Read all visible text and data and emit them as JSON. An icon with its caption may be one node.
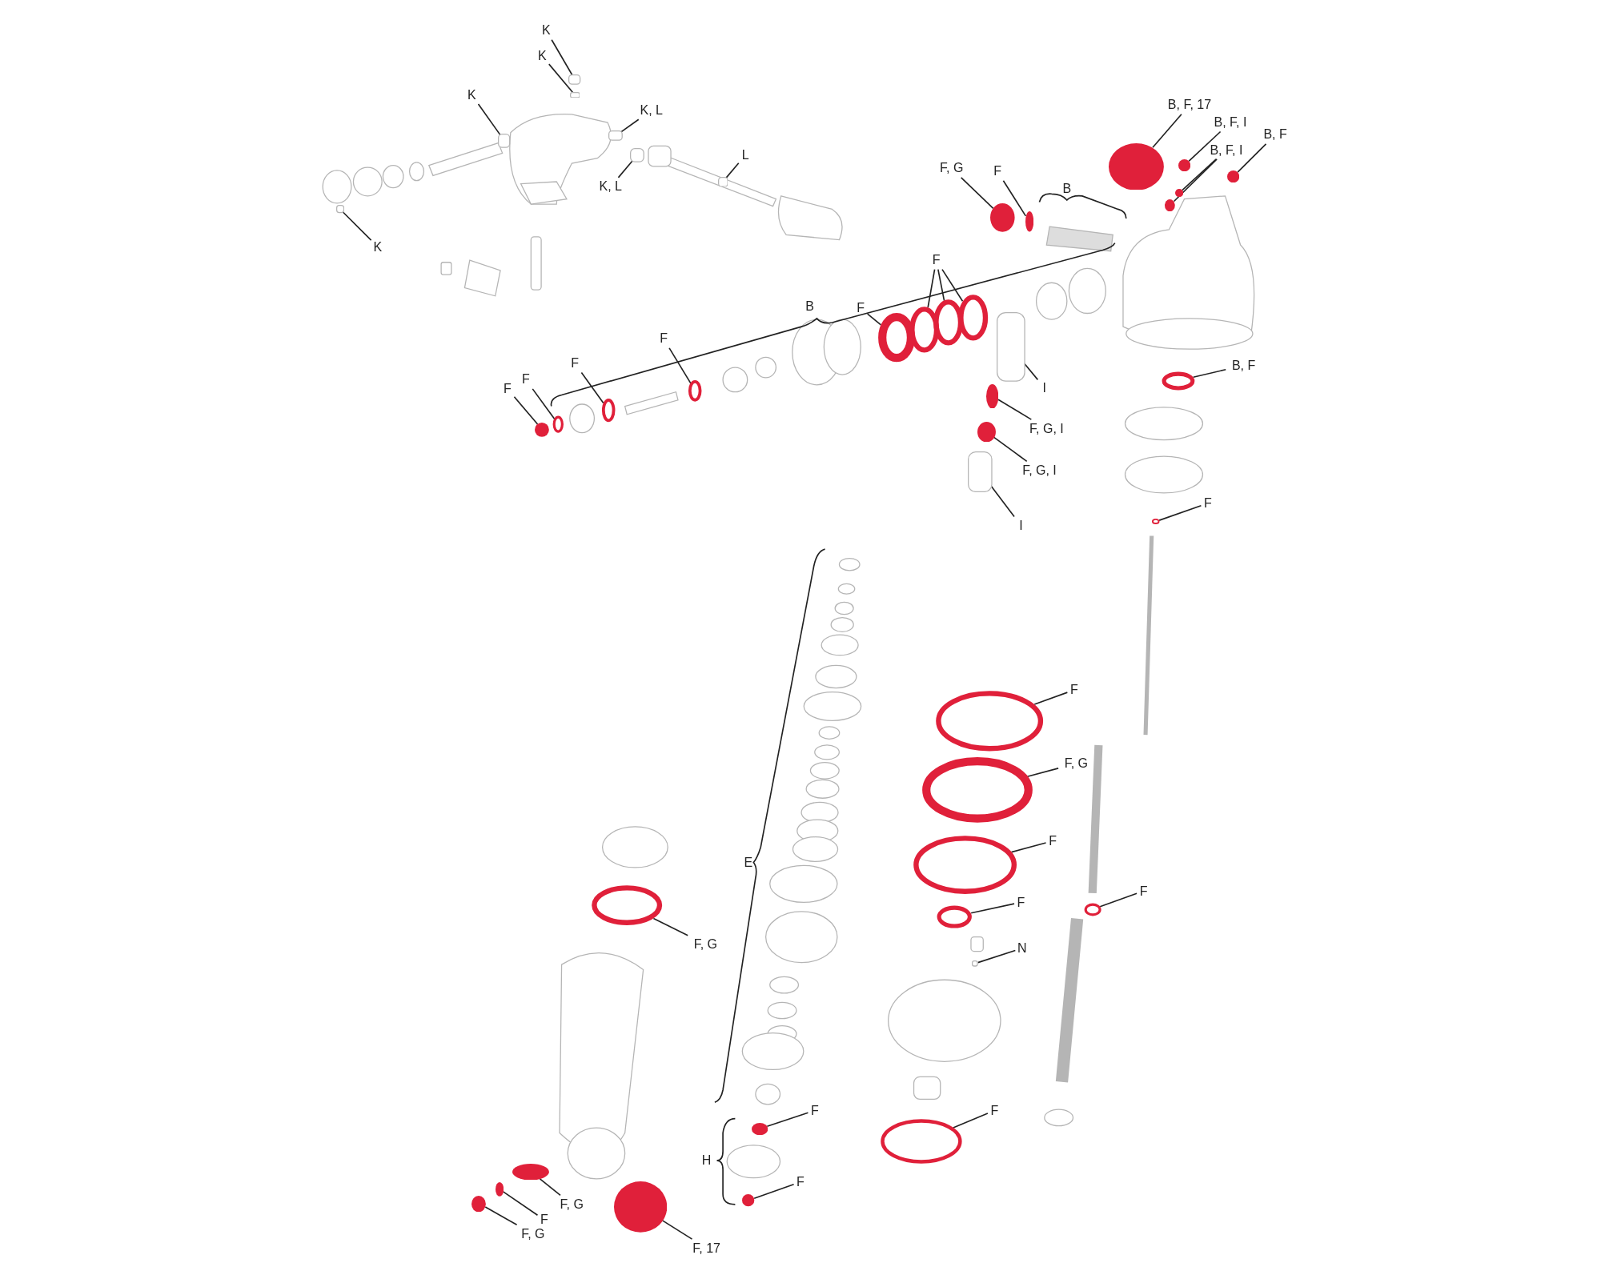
{
  "diagram": {
    "nodes": [
      {
        "text": [
          "K"
        ]
      },
      {
        "text": [],
        "shape": "box"
      },
      {
        "text": [
          "K"
        ]
      },
      {
        "text": [],
        "shape": "box"
      },
      {
        "text": [
          "K"
        ]
      },
      {
        "text": [],
        "shape": "box"
      },
      {
        "text": [
          "K, L"
        ]
      },
      {
        "text": [],
        "shape": "box"
      },
      {
        "text": [
          "K, L"
        ]
      },
      {
        "text": [],
        "shape": "box"
      },
      {
        "text": [
          "L"
        ]
      },
      {
        "text": [],
        "shape": "box"
      },
      {
        "text": [
          "K"
        ]
      },
      {
        "text": [],
        "shape": "box"
      },
      {
        "text": [
          "F, G"
        ]
      },
      {
        "text": [],
        "shape": "circle"
      },
      {
        "text": [
          "F"
        ]
      },
      {
        "text": [],
        "shape": "circle"
      },
      {
        "text": [
          "B, F, 17"
        ]
      },
      {
        "text": [],
        "shape": "circle"
      },
      {
        "text": [
          "B, F, I"
        ]
      },
      {
        "text": [],
        "shape": "circle"
      },
      {
        "text": [
          "B, F, I"
        ]
      },
      {
        "text": [],
        "shape": "circle"
      },
      {
        "text": [],
        "shape": "circle"
      },
      {
        "text": [
          "B, F"
        ]
      },
      {
        "text": [],
        "shape": "circle"
      },
      {
        "text": [
          "F"
        ]
      },
      {
        "text": [],
        "shape": "ring"
      },
      {
        "text": [],
        "shape": "ring"
      },
      {
        "text": [],
        "shape": "ring"
      },
      {
        "text": [
          "F"
        ]
      },
      {
        "text": [],
        "shape": "ring"
      },
      {
        "text": [
          "F"
        ]
      },
      {
        "text": [],
        "shape": "ring"
      },
      {
        "text": [
          "F"
        ]
      },
      {
        "text": [],
        "shape": "ring"
      },
      {
        "text": [
          "F"
        ]
      },
      {
        "text": [],
        "shape": "ring"
      },
      {
        "text": [
          "F"
        ]
      },
      {
        "text": [],
        "shape": "circle"
      },
      {
        "text": [
          "I"
        ]
      },
      {
        "text": [],
        "shape": "box"
      },
      {
        "text": [
          "F, G, I"
        ]
      },
      {
        "text": [],
        "shape": "circle"
      },
      {
        "text": [
          "F, G, I"
        ]
      },
      {
        "text": [],
        "shape": "circle"
      },
      {
        "text": [
          "I"
        ]
      },
      {
        "text": [],
        "shape": "box"
      },
      {
        "text": [
          "B, F"
        ]
      },
      {
        "text": [],
        "shape": "ring"
      },
      {
        "text": [
          "F"
        ]
      },
      {
        "text": [],
        "shape": "ring"
      },
      {
        "text": [
          "F"
        ]
      },
      {
        "text": [],
        "shape": "ring"
      },
      {
        "text": [
          "F, G"
        ]
      },
      {
        "text": [],
        "shape": "ring"
      },
      {
        "text": [
          "F"
        ]
      },
      {
        "text": [],
        "shape": "ring"
      },
      {
        "text": [
          "F"
        ]
      },
      {
        "text": [],
        "shape": "ring"
      },
      {
        "text": [
          "F"
        ]
      },
      {
        "text": [],
        "shape": "ring"
      },
      {
        "text": [
          "N"
        ]
      },
      {
        "text": [],
        "shape": "box"
      },
      {
        "text": [
          "F, G"
        ]
      },
      {
        "text": [],
        "shape": "ring"
      },
      {
        "text": [
          "F"
        ]
      },
      {
        "text": [],
        "shape": "ring"
      },
      {
        "text": [
          "F"
        ]
      },
      {
        "text": [],
        "shape": "circle"
      },
      {
        "text": [
          "F"
        ]
      },
      {
        "text": [],
        "shape": "circle"
      },
      {
        "text": [
          "F, G"
        ]
      },
      {
        "text": [],
        "shape": "circle"
      },
      {
        "text": [
          "F"
        ]
      },
      {
        "text": [],
        "shape": "circle"
      },
      {
        "text": [
          "F, G"
        ]
      },
      {
        "text": [],
        "shape": "circle"
      },
      {
        "text": [
          "F, 17"
        ]
      },
      {
        "text": [],
        "shape": "circle"
      }
    ],
    "edges": [
      {
        "from": 0,
        "to": 1,
        "arrow": "none"
      },
      {
        "from": 2,
        "to": 3,
        "arrow": "none"
      },
      {
        "from": 4,
        "to": 5,
        "arrow": "none"
      },
      {
        "from": 6,
        "to": 7,
        "arrow": "none"
      },
      {
        "from": 8,
        "to": 9,
        "arrow": "none"
      },
      {
        "from": 10,
        "to": 11,
        "arrow": "none"
      },
      {
        "from": 12,
        "to": 13,
        "arrow": "none"
      },
      {
        "from": 14,
        "to": 15,
        "arrow": "none"
      },
      {
        "from": 16,
        "to": 17,
        "arrow": "none"
      },
      {
        "from": 18,
        "to": 19,
        "arrow": "none"
      },
      {
        "from": 20,
        "to": 21,
        "arrow": "none"
      },
      {
        "from": 22,
        "to": 23,
        "arrow": "none"
      },
      {
        "from": 22,
        "to": 24,
        "arrow": "none"
      },
      {
        "from": 25,
        "to": 26,
        "arrow": "none"
      },
      {
        "from": 27,
        "to": 28,
        "arrow": "none"
      },
      {
        "from": 27,
        "to": 29,
        "arrow": "none"
      },
      {
        "from": 27,
        "to": 30,
        "arrow": "none"
      },
      {
        "from": 31,
        "to": 32,
        "arrow": "none"
      },
      {
        "from": 33,
        "to": 34,
        "arrow": "none"
      },
      {
        "from": 35,
        "to": 36,
        "arrow": "none"
      },
      {
        "from": 37,
        "to": 38,
        "arrow": "none"
      },
      {
        "from": 39,
        "to": 40,
        "arrow": "none"
      },
      {
        "from": 41,
        "to": 42,
        "arrow": "none"
      },
      {
        "from": 43,
        "to": 44,
        "arrow": "none"
      },
      {
        "from": 45,
        "to": 46,
        "arrow": "none"
      },
      {
        "from": 47,
        "to": 48,
        "arrow": "none"
      },
      {
        "from": 49,
        "to": 50,
        "arrow": "none"
      },
      {
        "from": 51,
        "to": 52,
        "arrow": "none"
      },
      {
        "from": 53,
        "to": 54,
        "arrow": "none"
      },
      {
        "from": 55,
        "to": 56,
        "arrow": "none"
      },
      {
        "from": 57,
        "to": 58,
        "arrow": "none"
      },
      {
        "from": 59,
        "to": 60,
        "arrow": "none"
      },
      {
        "from": 61,
        "to": 62,
        "arrow": "none"
      },
      {
        "from": 63,
        "to": 64,
        "arrow": "none"
      },
      {
        "from": 65,
        "to": 66,
        "arrow": "none"
      },
      {
        "from": 67,
        "to": 68,
        "arrow": "none"
      },
      {
        "from": 69,
        "to": 70,
        "arrow": "none"
      },
      {
        "from": 71,
        "to": 72,
        "arrow": "none"
      },
      {
        "from": 73,
        "to": 74,
        "arrow": "none"
      },
      {
        "from": 75,
        "to": 76,
        "arrow": "none"
      },
      {
        "from": 77,
        "to": 78,
        "arrow": "none"
      },
      {
        "from": 79,
        "to": 80,
        "arrow": "none"
      }
    ],
    "labels": [
      "B",
      "B",
      "E",
      "H"
    ]
  }
}
